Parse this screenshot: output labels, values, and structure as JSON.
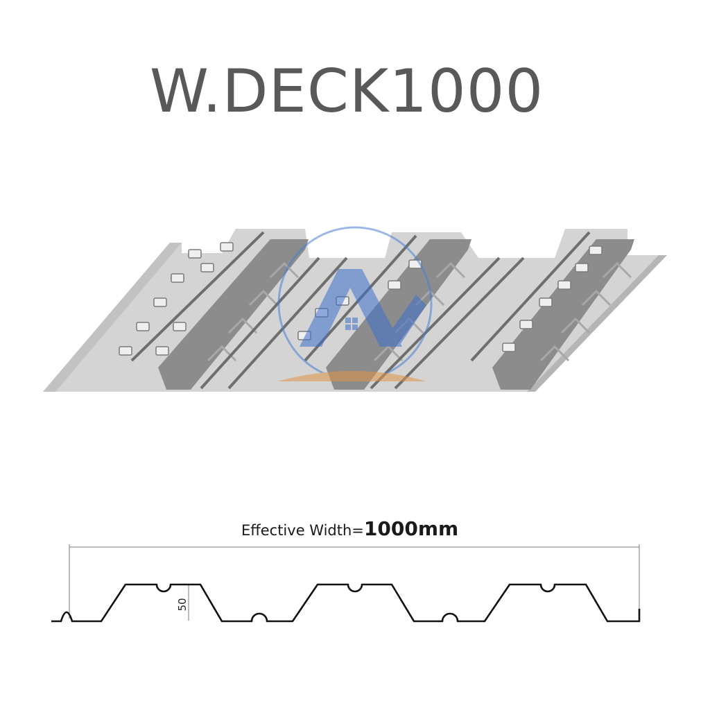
{
  "title": "W.DECK1000",
  "dimensions": {
    "effective_width_prefix": "Effective Width=",
    "effective_width_value": "1000mm",
    "rib_height": "50"
  },
  "colors": {
    "title": "#595959",
    "sheet_light": "#d9d9d9",
    "sheet_mid": "#bdbdbd",
    "sheet_dark": "#8a8a8a",
    "profile_line": "#111111",
    "watermark_blue": "#4a7fd1",
    "watermark_orange": "#e0954a"
  },
  "icons": [
    "watermark-logo-icon"
  ]
}
